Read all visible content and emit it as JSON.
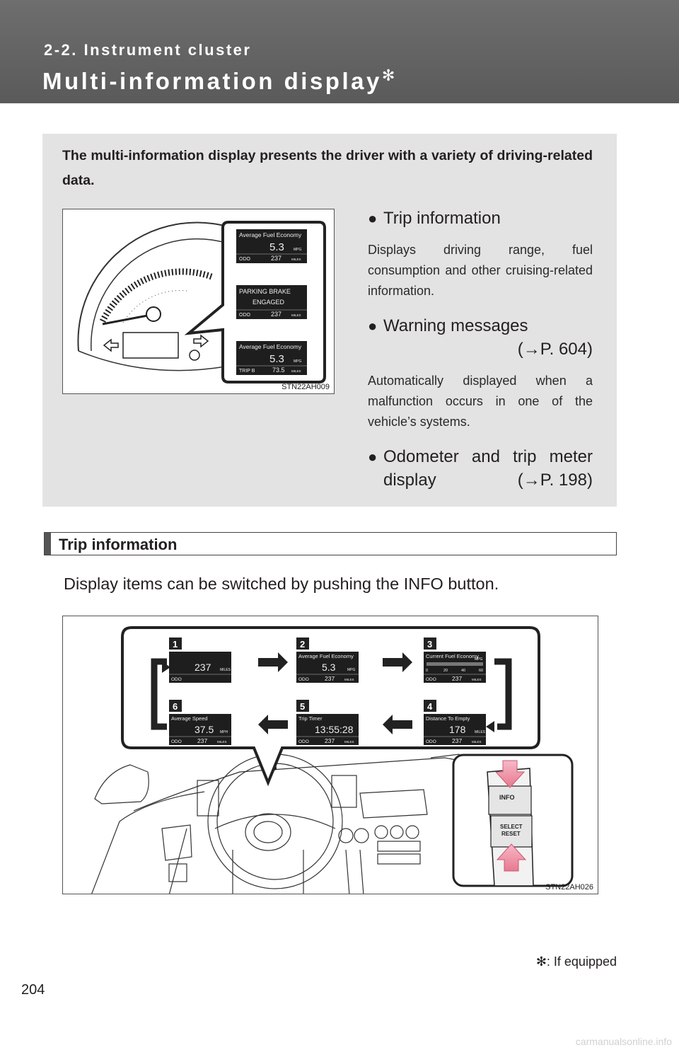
{
  "header": {
    "section": "2-2. Instrument cluster",
    "title": "Multi-information display",
    "title_mark": "✻"
  },
  "intro": {
    "text": "The multi-information display presents the driver with a variety of driving-related data.",
    "figure": {
      "code": "STN22AH009",
      "screens": [
        {
          "line1": "Average Fuel Economy",
          "value": "5.3",
          "unit": "MPG",
          "odo_label": "ODO",
          "odo_value": "237",
          "odo_unit": "MILES"
        },
        {
          "line1": "PARKING BRAKE",
          "line2": "ENGAGED",
          "odo_label": "ODO",
          "odo_value": "237",
          "odo_unit": "MILES"
        },
        {
          "line1": "Average Fuel Economy",
          "value": "5.3",
          "unit": "MPG",
          "odo_label": "TRIP B",
          "odo_value": "73.5",
          "odo_unit": "MILES"
        }
      ]
    },
    "bullets": [
      {
        "title": "Trip information",
        "ref": "",
        "desc": "Displays driving range, fuel consumption and other cruis­ing-related information."
      },
      {
        "title": "Warning messages",
        "ref": "(→P. 604)",
        "desc": "Automatically displayed when a malfunction occurs in one of the vehicle’s systems."
      },
      {
        "title": "Odometer and trip meter",
        "title2": "display",
        "ref": "(→P. 198)",
        "desc": ""
      }
    ]
  },
  "trip": {
    "heading": "Trip information",
    "body": "Display items can be switched by pushing the INFO button.",
    "figure": {
      "code": "STN22AH026",
      "screens": [
        {
          "num": "1",
          "title": "",
          "value": "237",
          "unit": "MILES",
          "odo_label": "ODO",
          "odo_value": "",
          "odo_unit": ""
        },
        {
          "num": "2",
          "title": "Average Fuel Economy",
          "value": "5.3",
          "unit": "MPG",
          "odo_label": "ODO",
          "odo_value": "237",
          "odo_unit": "MILES"
        },
        {
          "num": "3",
          "title": "Current Fuel Economy",
          "value": "",
          "unit": "MPG",
          "scale": [
            "0",
            "20",
            "40",
            "60"
          ],
          "odo_label": "ODO",
          "odo_value": "237",
          "odo_unit": "MILES"
        },
        {
          "num": "4",
          "title": "Distance To Empty",
          "value": "178",
          "unit": "MILES",
          "odo_label": "ODO",
          "odo_value": "237",
          "odo_unit": "MILES"
        },
        {
          "num": "5",
          "title": "Trip Timer",
          "value": "13:55:28",
          "unit": "",
          "odo_label": "ODO",
          "odo_value": "237",
          "odo_unit": "MILES"
        },
        {
          "num": "6",
          "title": "Average Speed",
          "value": "37.5",
          "unit": "MPH",
          "odo_label": "ODO",
          "odo_value": "237",
          "odo_unit": "MILES"
        }
      ],
      "buttons": {
        "info": "INFO",
        "select": "SELECT",
        "reset": "RESET"
      }
    }
  },
  "footnote": "✻: If equipped",
  "page_number": "204",
  "watermark": "carmanualsonline.info"
}
